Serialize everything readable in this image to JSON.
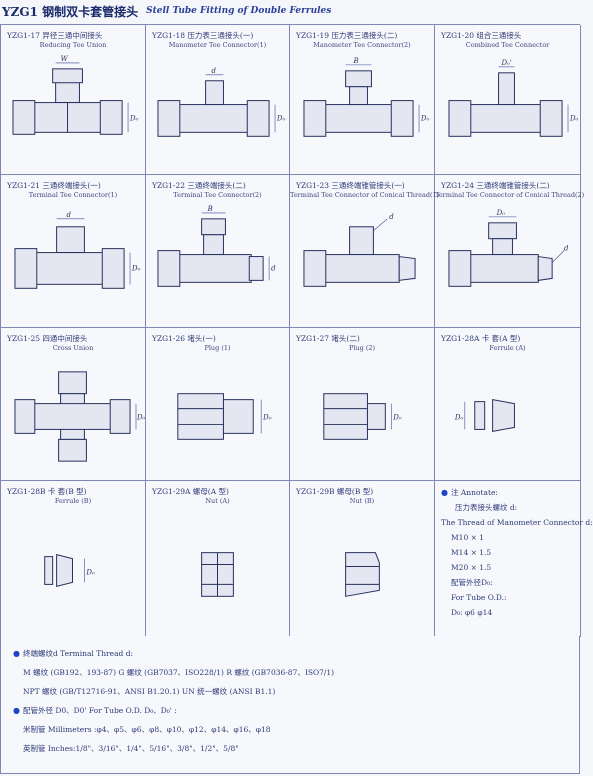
{
  "header": {
    "title_cn": "YZG1 钢制双卡套管接头",
    "title_en": "Stell Tube Fitting of Double Ferrules"
  },
  "cells": [
    {
      "code": "YZG1-17 异径三通中间接头",
      "name": "Reducing Tee Union",
      "icon": "reducing-tee-union-drawing"
    },
    {
      "code": "YZG1-18 压力表三通接头(一)",
      "name": "Manometer Tee Connector(1)",
      "icon": "manometer-tee-connector-1-drawing"
    },
    {
      "code": "YZG1-19 压力表三通接头(二)",
      "name": "Manometer Tee Connector(2)",
      "icon": "manometer-tee-connector-2-drawing"
    },
    {
      "code": "YZG1-20 组合三通接头",
      "name": "Combined Tee Connector",
      "icon": "combined-tee-connector-drawing"
    },
    {
      "code": "YZG1-21 三通终端接头(一)",
      "name": "Terminal Tee Connector(1)",
      "icon": "terminal-tee-connector-1-drawing"
    },
    {
      "code": "YZG1-22 三通终端接头(二)",
      "name": "Terminal Tee Connector(2)",
      "icon": "terminal-tee-connector-2-drawing"
    },
    {
      "code": "YZG1-23 三通终端锥管接头(一)",
      "name": "Terminal Tee Connector of Conical Thread(1)",
      "icon": "conical-tee-connector-1-drawing"
    },
    {
      "code": "YZG1-24 三通终端锥管接头(二)",
      "name": "Terminal Tee Connector of Conical Thread(2)",
      "icon": "conical-tee-connector-2-drawing"
    },
    {
      "code": "YZG1-25 四通中间接头",
      "name": "Cross Union",
      "icon": "cross-union-drawing"
    },
    {
      "code": "YZG1-26 堵头(一)",
      "name": "Plug (1)",
      "icon": "plug-1-drawing"
    },
    {
      "code": "YZG1-27 堵头(二)",
      "name": "Plug (2)",
      "icon": "plug-2-drawing"
    },
    {
      "code": "YZG1-28A 卡 套(A 型)",
      "name": "Ferrule (A)",
      "icon": "ferrule-a-drawing"
    },
    {
      "code": "YZG1-28B 卡 套(B 型)",
      "name": "Ferrule (B)",
      "icon": "ferrule-b-drawing"
    },
    {
      "code": "YZG1-29A 螺母(A 型)",
      "name": "Nut (A)",
      "icon": "nut-a-drawing"
    },
    {
      "code": "YZG1-29B 螺母(B 型)",
      "name": "Nut (B)",
      "icon": "nut-b-drawing"
    }
  ],
  "dim_labels": {
    "d": "d",
    "d0": "D₀",
    "d0p": "D₀'",
    "w": "W",
    "b": "B"
  },
  "annotation": {
    "label": "注 Annotate:",
    "line1": "压力表接头螺纹 d:",
    "line2": "The Thread of Manometer Connector d:",
    "threads": [
      "M10 × 1",
      "M14 × 1.5",
      "M20 × 1.5"
    ],
    "od_cn": "配管外径D₀:",
    "od_en": "For Tube O.D.:",
    "od_values": "D₀: φ6 φ14"
  },
  "footer": {
    "thread_heading": "终端螺纹d Terminal Thread d:",
    "thread_line1": "M 螺纹 (GB192、193-87)   G 螺纹 (GB7037、ISO228/1)   R 螺纹 (GB7036-87、ISO7/1)",
    "thread_line2": "NPT 螺纹 (GB/T12716-91、ANSI B1.20.1)   UN 统一螺纹 (ANSI B1.1)",
    "od_heading": "配管外径 D0、D0' For Tube O.D. D₀、D₀' :",
    "metric": "米制管 Millimeters :φ4、φ5、φ6、φ8、φ10、φ12、φ14、φ16、φ18",
    "inch": "英制管 Inches:1/8\"、3/16\"、1/4\"、5/16\"、3/8\"、1/2\"、5/8\""
  },
  "colors": {
    "ink": "#27305e",
    "bullet": "#1d44c8",
    "title": "#1a2a6a"
  }
}
